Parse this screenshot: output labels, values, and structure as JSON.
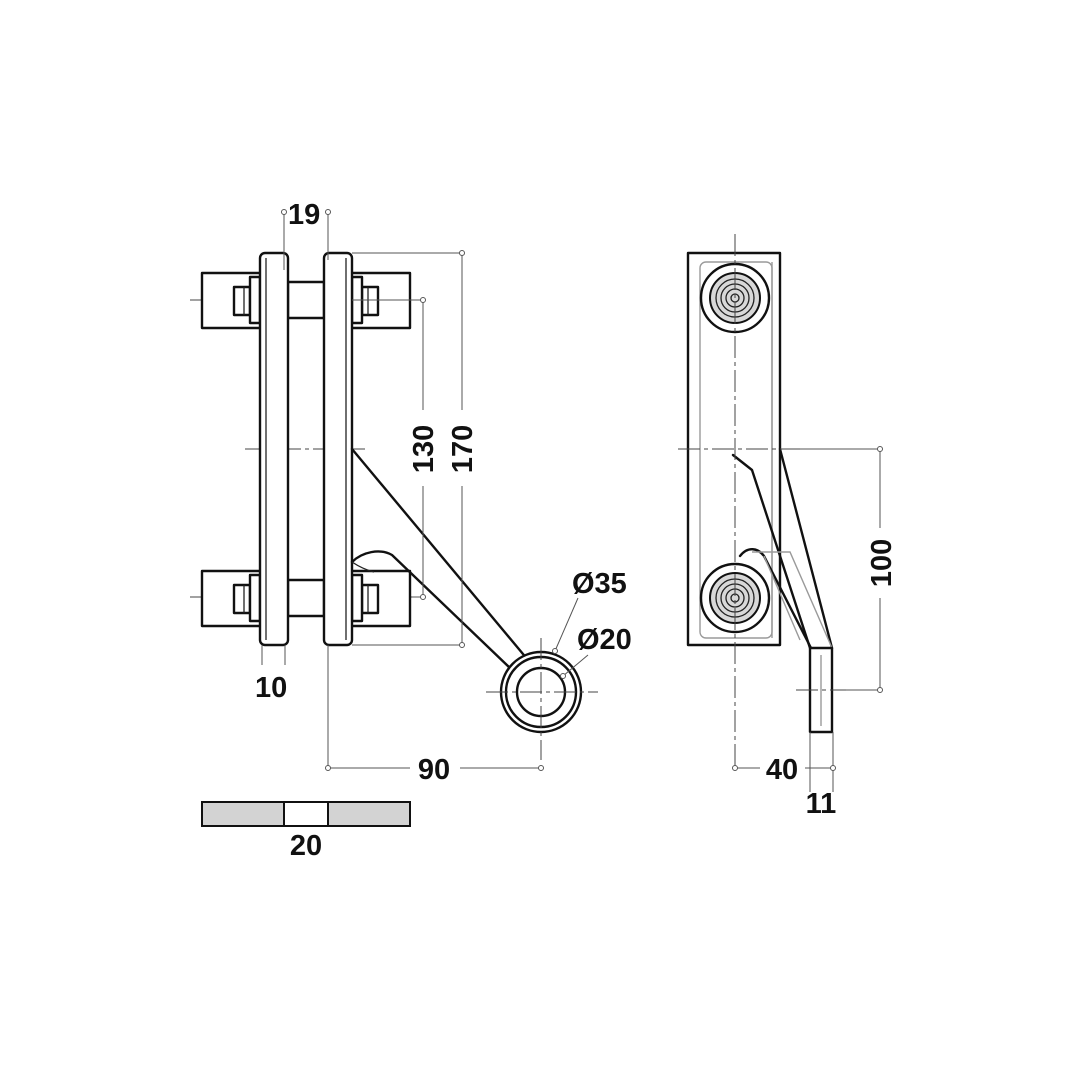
{
  "dimensions": {
    "pin_spacing": "19",
    "plate_thickness": "10",
    "hole_spacing": "130",
    "overall_height": "170",
    "outer_diameter": "Ø35",
    "inner_diameter": "Ø20",
    "arm_reach": "90",
    "glass_gap": "20",
    "side_drop": "100",
    "side_offset": "40",
    "tab_thickness": "11"
  }
}
